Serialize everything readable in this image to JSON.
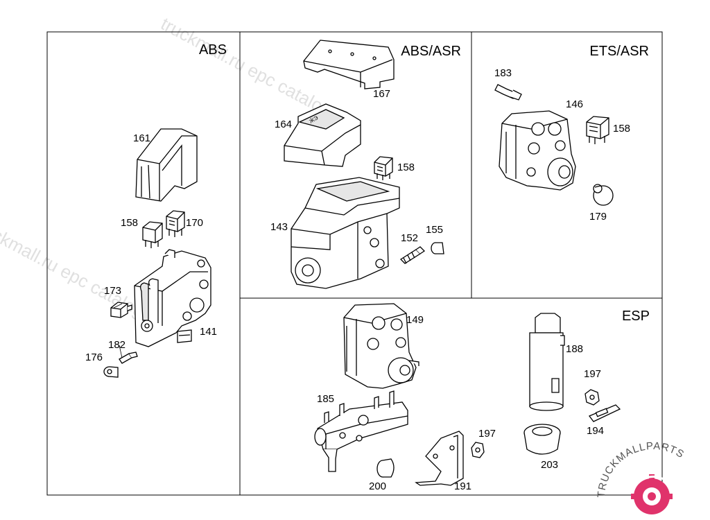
{
  "sections": {
    "abs": "ABS",
    "abs_asr": "ABS/ASR",
    "ets_asr": "ETS/ASR",
    "esp": "ESP"
  },
  "callouts": {
    "p161": "161",
    "p158a": "158",
    "p170": "170",
    "p173": "173",
    "p141": "141",
    "p182": "182",
    "p176": "176",
    "p167": "167",
    "p164": "164",
    "p158b": "158",
    "p143": "143",
    "p152": "152",
    "p155": "155",
    "p183": "183",
    "p146": "146",
    "p158c": "158",
    "p179": "179",
    "p149": "149",
    "p185": "185",
    "p200": "200",
    "p191": "191",
    "p197a": "197",
    "p188": "188",
    "p197b": "197",
    "p194": "194",
    "p203": "203"
  },
  "watermark": {
    "text1": "truckmall.ru epc catalog",
    "text2": "truckmall.ru epc catalog"
  },
  "logo": {
    "text": "TRUCKMALLPARTS",
    "color_dark": "#555555",
    "color_accent": "#e0336b"
  }
}
